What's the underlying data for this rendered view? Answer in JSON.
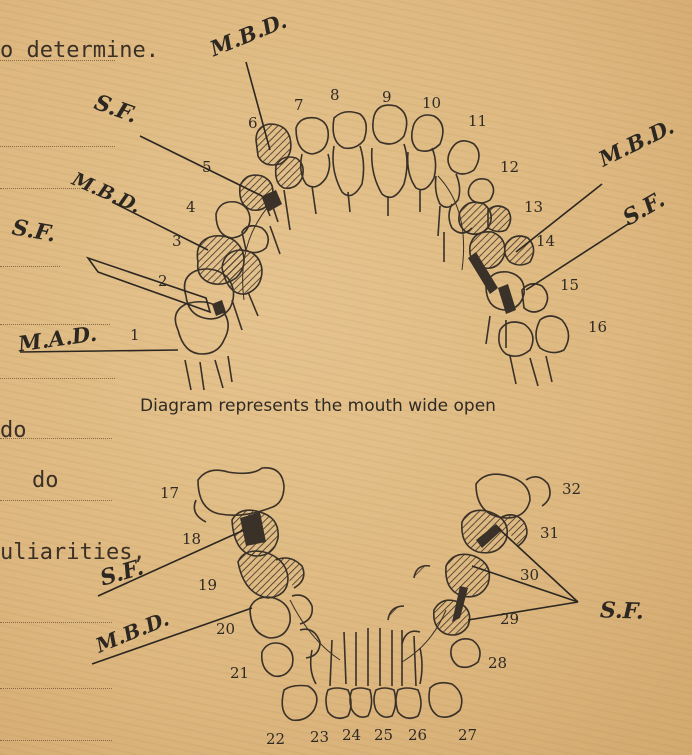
{
  "form_text": {
    "line_determine": "o determine.",
    "line_do_1": "do",
    "line_do_2": "do",
    "line_peculiarities": "uliarities,"
  },
  "caption": "Diagram represents the mouth wide open",
  "annotations": {
    "mbd_top": "M.B.D.",
    "sf_upper_left": "S.F.",
    "mbd_upper_left": "M.B.D.",
    "sf_left": "S.F.",
    "mad_left": "M.A.D.",
    "mbd_upper_right": "M.B.D.",
    "sf_upper_right": "S.F.",
    "sf_lower_left": "S.F.",
    "mbd_lower_left": "M.B.D.",
    "sf_lower_right": "S.F."
  },
  "upper_tooth_numbers": [
    "1",
    "2",
    "3",
    "4",
    "5",
    "6",
    "7",
    "8",
    "9",
    "10",
    "11",
    "12",
    "13",
    "14",
    "15",
    "16"
  ],
  "lower_tooth_numbers": [
    "17",
    "18",
    "19",
    "20",
    "21",
    "22",
    "23",
    "24",
    "25",
    "26",
    "27",
    "28",
    "29",
    "30",
    "31",
    "32"
  ]
}
